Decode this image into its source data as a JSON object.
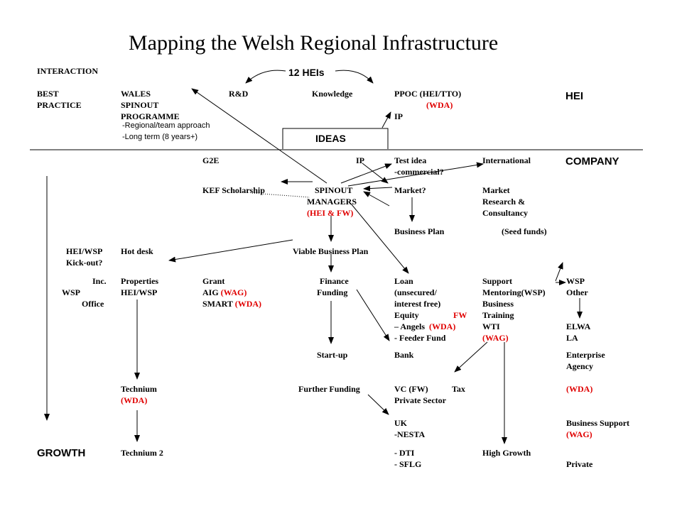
{
  "title": "Mapping the Welsh Regional Infrastructure",
  "labels": {
    "interaction": "INTERACTION",
    "hei12": "12 HEIs",
    "best": "BEST",
    "practice": "PRACTICE",
    "wales": "WALES",
    "spinout": "SPINOUT",
    "programme": "PROGRAMME",
    "regional": "-Regional/team approach",
    "longterm": "-Long term (8 years+)",
    "rd": "R&D",
    "knowledge": "Knowledge",
    "ppoc": "PPOC (HEI/TTO)",
    "ppoc_wda": "(WDA)",
    "ip_top": "IP",
    "hei_right": "HEI",
    "ideas": "IDEAS",
    "g2e": "G2E",
    "ip_mid": "IP",
    "test_idea": "Test idea",
    "commercial": "-commercial?",
    "international": "International",
    "company": "COMPANY",
    "kef": "KEF Scholarship",
    "spinout_mgr1": "SPINOUT",
    "spinout_mgr2": "MANAGERS",
    "spinout_mgr3": "(HEI & FW)",
    "market_q": "Market?",
    "market_rc1": "Market",
    "market_rc2": "Research &",
    "market_rc3": "Consultancy",
    "business_plan": "Business Plan",
    "seed_funds": "(Seed funds)",
    "hei_wsp": "HEI/WSP",
    "kickout": "Kick-out?",
    "hot_desk": "Hot desk",
    "viable": "Viable Business Plan",
    "inc": "Inc.",
    "wsp_left": "WSP",
    "office": "Office",
    "properties": "Properties",
    "hei_wsp2": "HEI/WSP",
    "grant": "Grant",
    "aig": "AIG",
    "aig_wag": "(WAG)",
    "smart": "SMART",
    "smart_wda": "(WDA)",
    "finance": "Finance",
    "funding": "Funding",
    "loan": "Loan",
    "unsecured": "(unsecured/",
    "interest_free": "interest free)",
    "equity": "Equity",
    "equity_fw": "FW",
    "angels": "– Angels",
    "angels_wda": "(WDA)",
    "feeder": "- Feeder Fund",
    "support": "Support",
    "mentoring": "Mentoring(WSP)",
    "business": "Business",
    "training": "Training",
    "wti": "WTI",
    "wti_wag": "(WAG)",
    "wsp_right": "WSP",
    "other": "Other",
    "elwa": "ELWA",
    "la": "LA",
    "startup": "Start-up",
    "bank": "Bank",
    "enterprise": "Enterprise",
    "agency": "Agency",
    "technium": "Technium",
    "technium_wda": "(WDA)",
    "further": "Further Funding",
    "vc": "VC (FW)",
    "tax": "Tax",
    "private_sector": "Private Sector",
    "ea_wda": "(WDA)",
    "uk": "UK",
    "nesta": "-NESTA",
    "bus_support": "Business Support",
    "bs_wag": "(WAG)",
    "growth": "GROWTH",
    "technium2": "Technium 2",
    "dti": "- DTI",
    "sflg": "- SFLG",
    "high_growth": "High Growth",
    "private": "Private"
  }
}
